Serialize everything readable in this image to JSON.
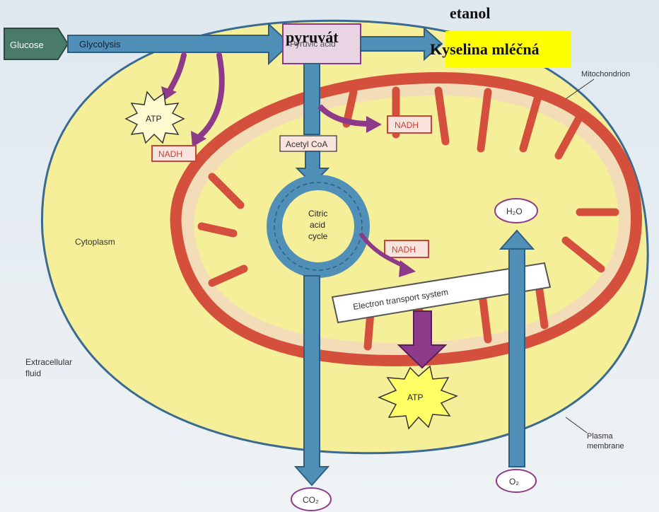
{
  "overlay": {
    "etanol": "etanol",
    "pyruvat": "pyruvát",
    "kyselina": "Kyselina mléčná"
  },
  "labels": {
    "glucose": "Glucose",
    "glycolysis": "Glycolysis",
    "pyruvic_acid": "Pyruvic acid",
    "atp_top": "ATP",
    "nadh_left": "NADH",
    "nadh_top": "NADH",
    "acetyl_coa": "Acetyl CoA",
    "citric_1": "Citric",
    "citric_2": "acid",
    "citric_3": "cycle",
    "nadh_mid": "NADH",
    "ets": "Electron transport system",
    "atp_bottom": "ATP",
    "h2o": "H₂O",
    "o2": "O₂",
    "co2": "CO₂",
    "mitochondrion": "Mitochondrion",
    "cytoplasm": "Cytoplasm",
    "extracellular_1": "Extracellular",
    "extracellular_2": "fluid",
    "plasma_1": "Plasma",
    "plasma_2": "membrane"
  },
  "colors": {
    "cytoplasm": "#f6ef9a",
    "mito_membrane": "#d4503d",
    "arrow_blue": "#4f8fb8",
    "arrow_purple": "#8e3a8a",
    "highlight": "#ffff00",
    "box_red": "#c8433a",
    "box_fill": "#f8e4dc"
  }
}
